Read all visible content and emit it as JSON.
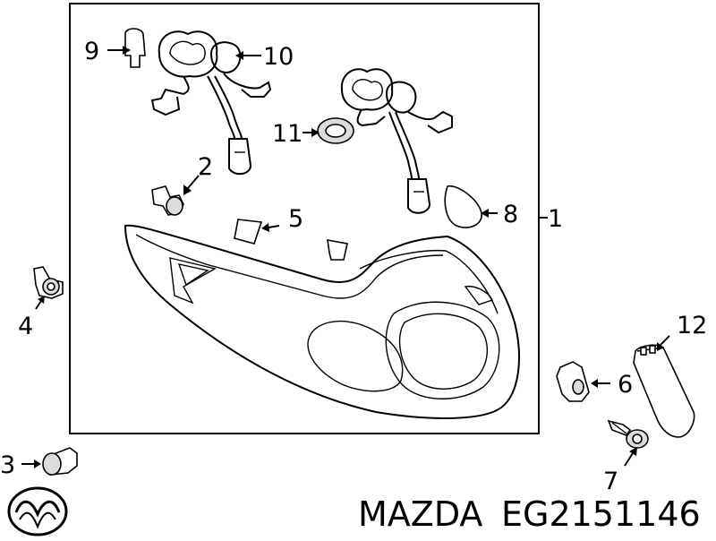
{
  "callouts": {
    "c1": "1",
    "c2": "2",
    "c3": "3",
    "c4": "4",
    "c5": "5",
    "c6": "6",
    "c7": "7",
    "c8": "8",
    "c9": "9",
    "c10": "10",
    "c11": "11",
    "c12": "12"
  },
  "caption": {
    "brand": "MAZDA",
    "part_number": "EG2151146"
  },
  "icons": {
    "logo": "mazda-logo-icon"
  }
}
